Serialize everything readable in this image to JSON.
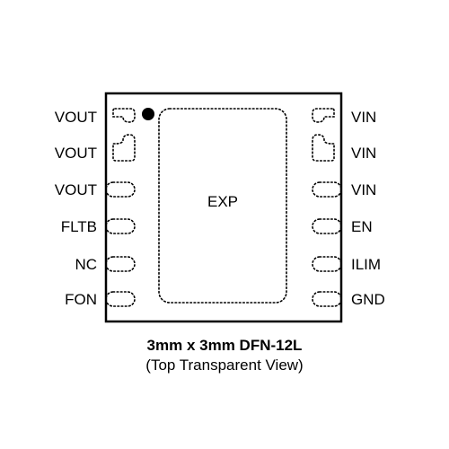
{
  "package": {
    "left_pins": [
      "VOUT",
      "VOUT",
      "VOUT",
      "FLTB",
      "NC",
      "FON"
    ],
    "right_pins": [
      "VIN",
      "VIN",
      "VIN",
      "EN",
      "ILIM",
      "GND"
    ],
    "pad_label": "EXP",
    "pin1_marker": true,
    "outline_color": "#000000",
    "pad_line_style": "dotted"
  },
  "caption": {
    "title": "3mm x 3mm DFN-12L",
    "subtitle": "(Top Transparent View)"
  }
}
